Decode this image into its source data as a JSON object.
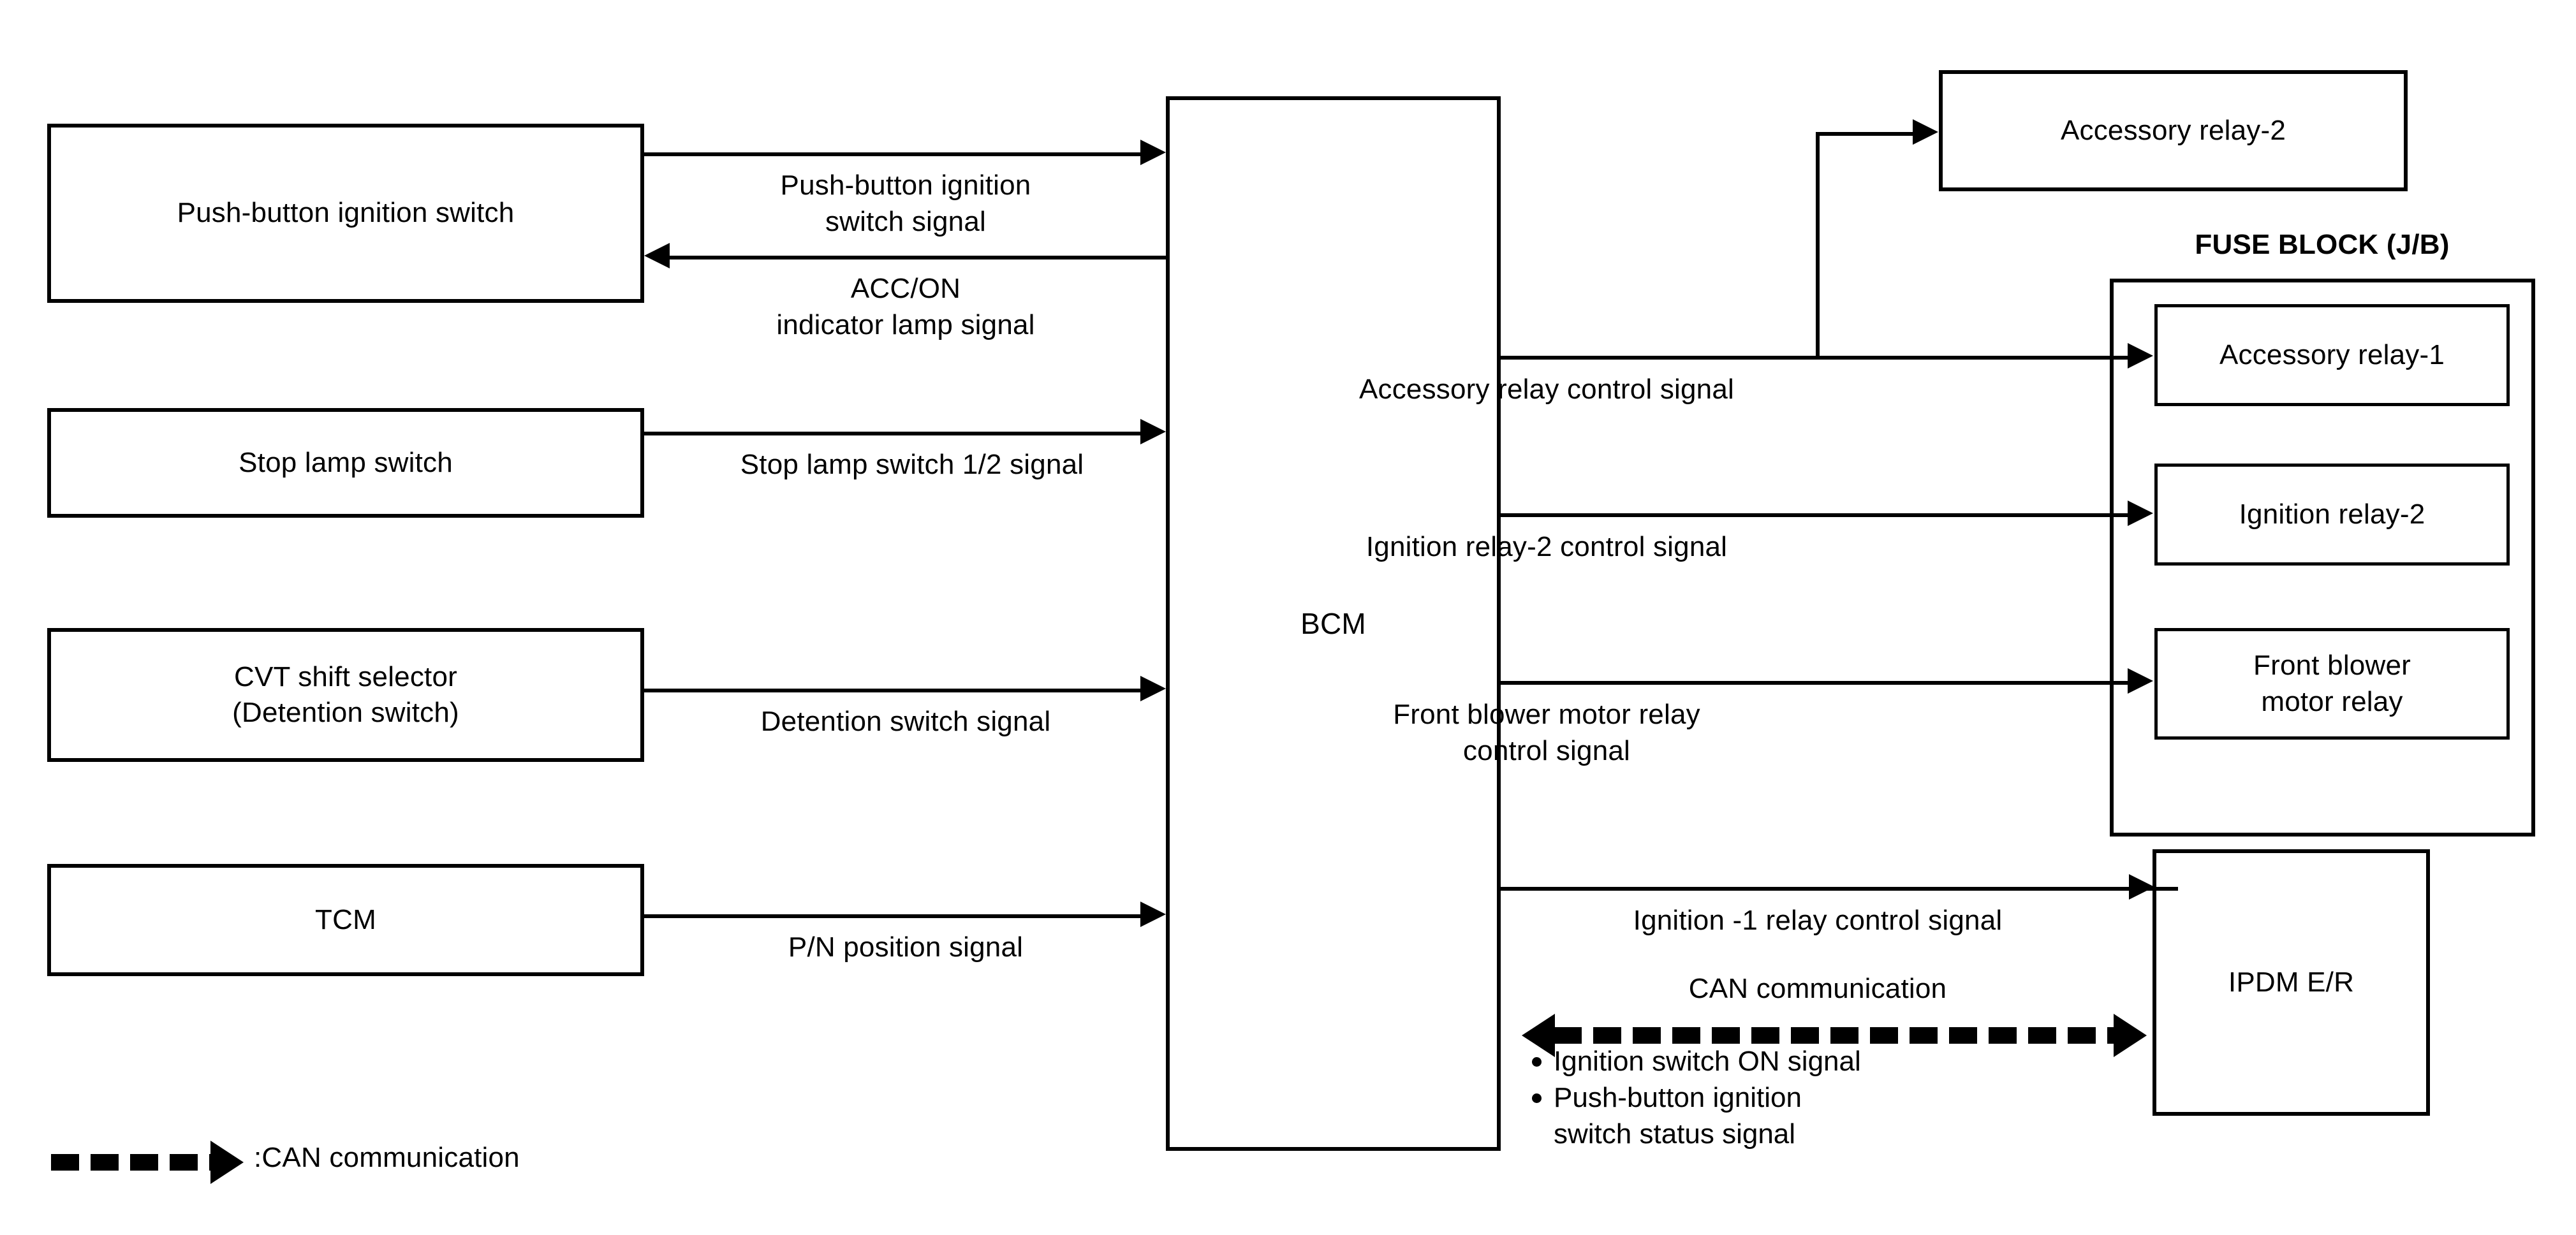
{
  "diagram": {
    "title": "Push-button ignition switch / BCM system block diagram",
    "legend": {
      "can_symbol_label": ":CAN communication"
    },
    "blocks": {
      "push_button_ignition_switch": "Push-button ignition switch",
      "stop_lamp_switch": "Stop lamp switch",
      "cvt_shift_selector": "CVT shift selector\n(Detention switch)",
      "tcm": "TCM",
      "bcm": "BCM",
      "accessory_relay_2": "Accessory relay-2",
      "fuse_block_label": "FUSE BLOCK (J/B)",
      "accessory_relay_1": "Accessory relay-1",
      "ignition_relay_2": "Ignition relay-2",
      "front_blower_motor_relay": "Front blower\nmotor relay",
      "ipdm_er": "IPDM E/R"
    },
    "signals": {
      "push_button_ignition_switch_signal": "Push-button ignition\nswitch signal",
      "acc_on_indicator_lamp_signal": "ACC/ON\nindicator lamp signal",
      "stop_lamp_switch_signal": "Stop lamp switch 1/2 signal",
      "detention_switch_signal": "Detention switch signal",
      "pn_position_signal": "P/N position signal",
      "accessory_relay_control_signal": "Accessory relay control signal",
      "ignition_relay_2_control_signal": "Ignition relay-2 control signal",
      "front_blower_motor_relay_control_signal": "Front blower motor relay\ncontrol signal",
      "ignition_1_relay_control_signal": "Ignition -1 relay control signal",
      "can_communication": "CAN communication",
      "can_items": [
        "Ignition switch ON signal",
        "Push-button ignition\nswitch status signal"
      ]
    },
    "colors": {
      "stroke": "#000000",
      "background": "#ffffff"
    }
  }
}
